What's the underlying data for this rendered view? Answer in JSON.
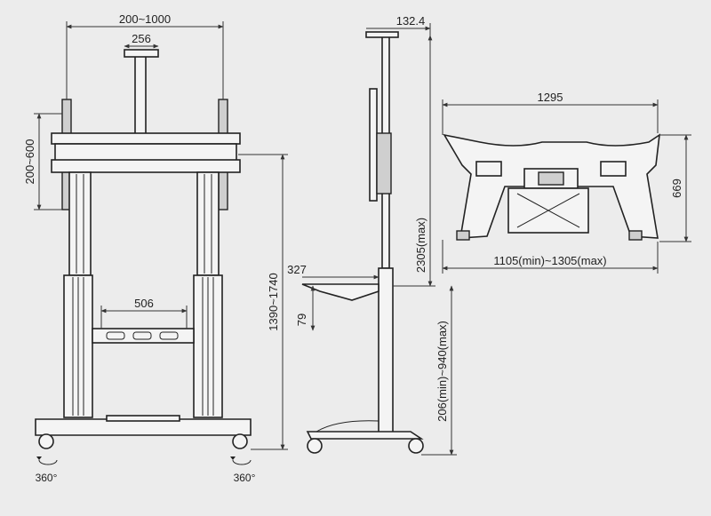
{
  "labels": {
    "vesa_width": "200~1000",
    "column_width": "256",
    "vesa_height": "200~600",
    "shelf_width": "506",
    "height_range": "1390~1740",
    "mount_depth": "132.4",
    "total_height": "2305(max)",
    "shelf_depth": "327",
    "shelf_thickness": "79",
    "shelf_height": "206(min)~940(max)",
    "base_width": "1295",
    "base_depth": "669",
    "wheel_span": "1105(min)~1305(max)",
    "rotate_left": "360°",
    "rotate_right": "360°"
  },
  "icons": {
    "left_rotation": "rotation-arrow-icon",
    "right_rotation": "rotation-arrow-icon"
  }
}
